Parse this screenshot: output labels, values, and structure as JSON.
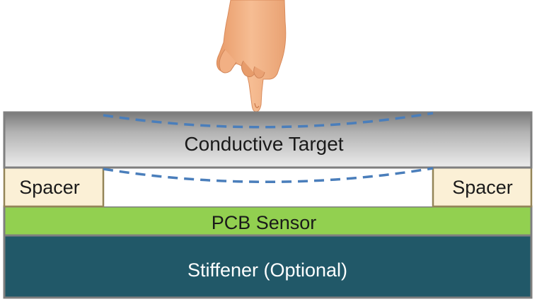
{
  "diagram": {
    "layers": {
      "conductive_target": {
        "label": "Conductive Target"
      },
      "spacer_left": {
        "label": "Spacer"
      },
      "spacer_right": {
        "label": "Spacer"
      },
      "pcb_sensor": {
        "label": "PCB Sensor"
      },
      "stiffener": {
        "label": "Stiffener (Optional)"
      }
    },
    "colors": {
      "target_top": "#7a7a7a",
      "target_bottom": "#e8e8e8",
      "spacer_fill": "#fbf0d6",
      "spacer_border": "#948558",
      "pcb_fill": "#92d050",
      "stiffener_fill": "#215868",
      "deflection_dash": "#4a7ebb",
      "outline": "#7f7f7f",
      "skin": "#f4b58a"
    },
    "icons": {
      "finger": "pointing-finger-icon"
    }
  }
}
